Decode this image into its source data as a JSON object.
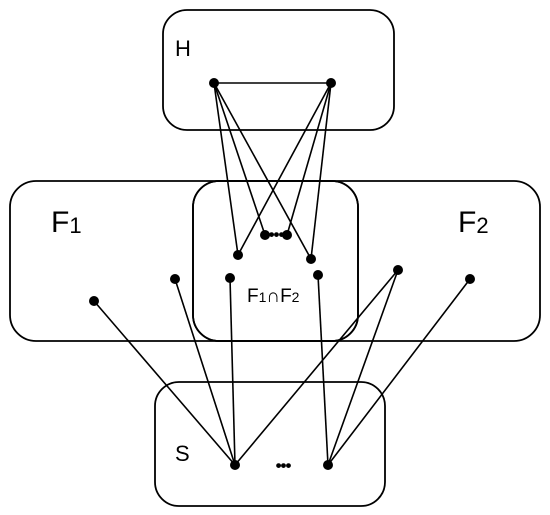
{
  "sets": {
    "h": {
      "label": "H"
    },
    "f1": {
      "label": "F",
      "sub": "1"
    },
    "f2": {
      "label": "F",
      "sub": "2"
    },
    "intersection": {
      "f1": "F",
      "f1_sub": "1",
      "cap": "∩",
      "f2": "F",
      "f2_sub": "2"
    },
    "s": {
      "label": "S"
    }
  },
  "ellipsis": {
    "intersection_top": "•••",
    "s_row": "•••"
  },
  "colors": {
    "ink": "#000000",
    "background": "#ffffff"
  }
}
